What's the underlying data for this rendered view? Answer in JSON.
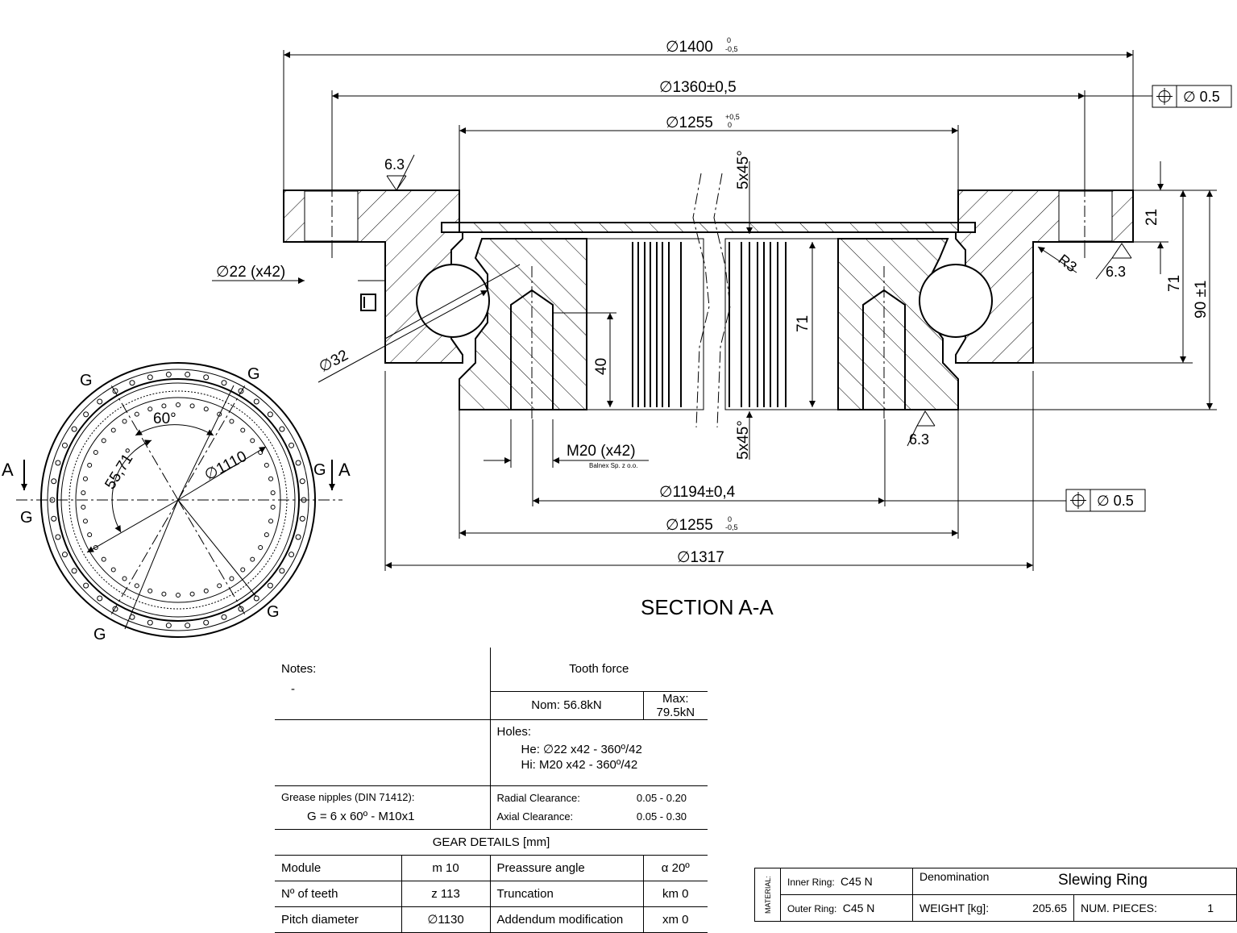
{
  "drawing": {
    "dims": {
      "d1400": "∅1400",
      "d1400_tol_up": "0",
      "d1400_tol_dn": "-0,5",
      "d1360": "∅1360±0,5",
      "d1255_top": "∅1255",
      "d1255_top_tol_up": "+0,5",
      "d1255_top_tol_dn": "0",
      "d1194": "∅1194±0,4",
      "d1255_bot": "∅1255",
      "d1255_bot_tol_up": "0",
      "d1255_bot_tol_dn": "-0,5",
      "d1317": "∅1317",
      "d22": "∅22 (x42)",
      "d32": "∅32",
      "chamfer_top": "5x45°",
      "chamfer_bot": "5x45°",
      "h21": "21",
      "h71_right": "71",
      "h90": "90 ±1",
      "h71_mid": "71",
      "h40": "40",
      "m20": "M20 (x42)",
      "r3": "R3",
      "rough_a": "6.3",
      "rough_b": "6.3",
      "rough_c": "6.3",
      "pos_tol_top": "∅ 0.5",
      "pos_tol_bot": "∅ 0.5",
      "watermark": "Balnex Sp. z o.o."
    },
    "section_title": "SECTION A-A",
    "plan": {
      "g": "G",
      "angle60": "60°",
      "angle55": "55,71°",
      "d1110": "∅1110",
      "section_mark": "A"
    }
  },
  "notes": {
    "notes_label": "Notes:",
    "notes_value": "-",
    "tooth_force_header": "Tooth force",
    "tooth_force_nom": "Nom: 56.8kN",
    "tooth_force_max": "Max: 79.5kN",
    "holes_label": "Holes:",
    "holes_he": "He: ∅22 x42  - 360º/42",
    "holes_hi": "Hi: M20 x42  - 360º/42",
    "grease_label": "Grease nipples (DIN 71412):",
    "grease_value": "G = 6 x 60º  - M10x1",
    "radial_label": "Radial Clearance:",
    "radial_value": "0.05 - 0.20",
    "axial_label": "Axial Clearance:",
    "axial_value": "0.05 - 0.30",
    "gear_header": "GEAR DETAILS [mm]",
    "gear_rows": [
      {
        "name": "Module",
        "value": "m 10",
        "name2": "Preassure angle",
        "value2": "α 20º"
      },
      {
        "name": "Nº of teeth",
        "value": "z 113",
        "name2": "Truncation",
        "value2": "km 0"
      },
      {
        "name": "Pitch diameter",
        "value": "∅1130",
        "name2": "Addendum modification",
        "value2": "xm 0"
      }
    ]
  },
  "title_block": {
    "material_label": "MATERIAL:",
    "inner_ring_label": "Inner Ring:",
    "inner_ring_value": "C45 N",
    "outer_ring_label": "Outer Ring:",
    "outer_ring_value": "C45 N",
    "denomination_label": "Denomination",
    "denomination_value": "Slewing Ring",
    "weight_label": "WEIGHT [kg]:",
    "weight_value": "205.65",
    "pieces_label": "NUM. PIECES:",
    "pieces_value": "1"
  }
}
